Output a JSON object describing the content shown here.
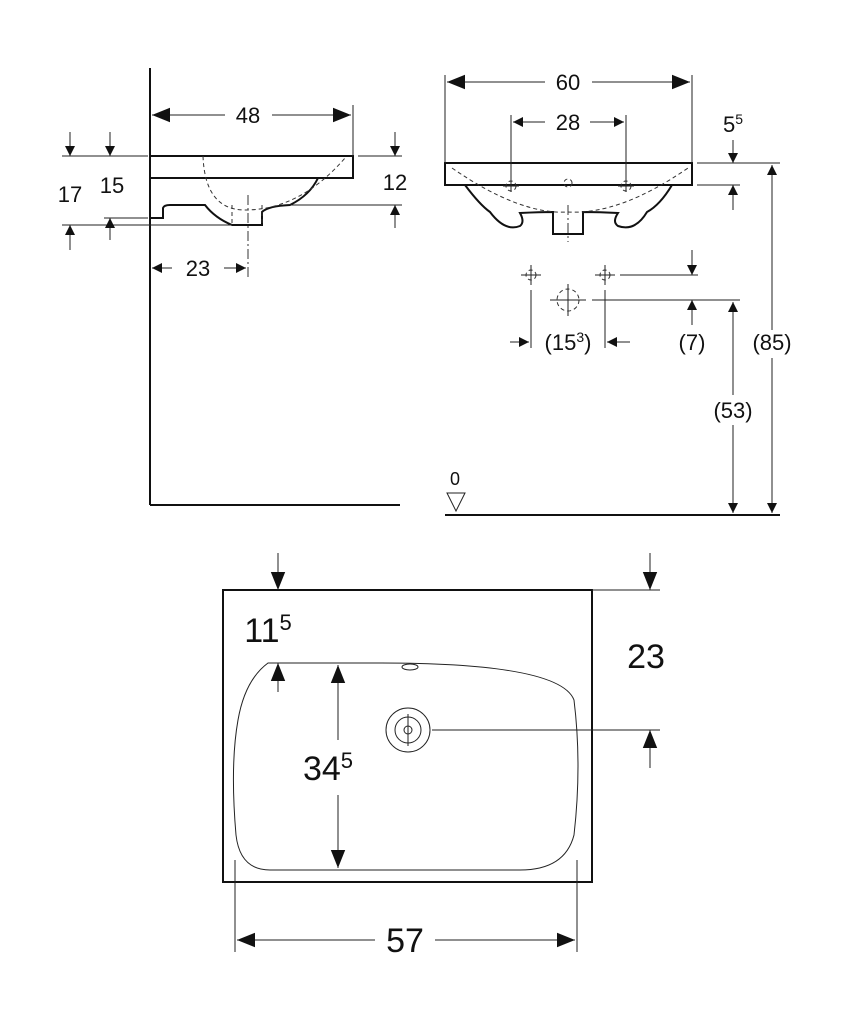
{
  "side_view": {
    "width_48": "48",
    "height_17": "17",
    "height_15": "15",
    "thickness_12": "12",
    "drain_offset_23": "23"
  },
  "front_view": {
    "width_60": "60",
    "tap_spacing_28": "28",
    "rim_base": "5",
    "rim_sup": "5",
    "supply_spacing_open": "(15",
    "supply_spacing_sup": "3",
    "supply_spacing_close": ")",
    "supply_offset_7": "(7)",
    "rim_height_85": "(85)",
    "drain_height_53": "(53)",
    "floor_level": "0"
  },
  "top_view": {
    "front_offset_base": "11",
    "front_offset_sup": "5",
    "drain_depth_23": "23",
    "bowl_depth_base": "34",
    "bowl_depth_sup": "5",
    "bowl_width_57": "57"
  }
}
